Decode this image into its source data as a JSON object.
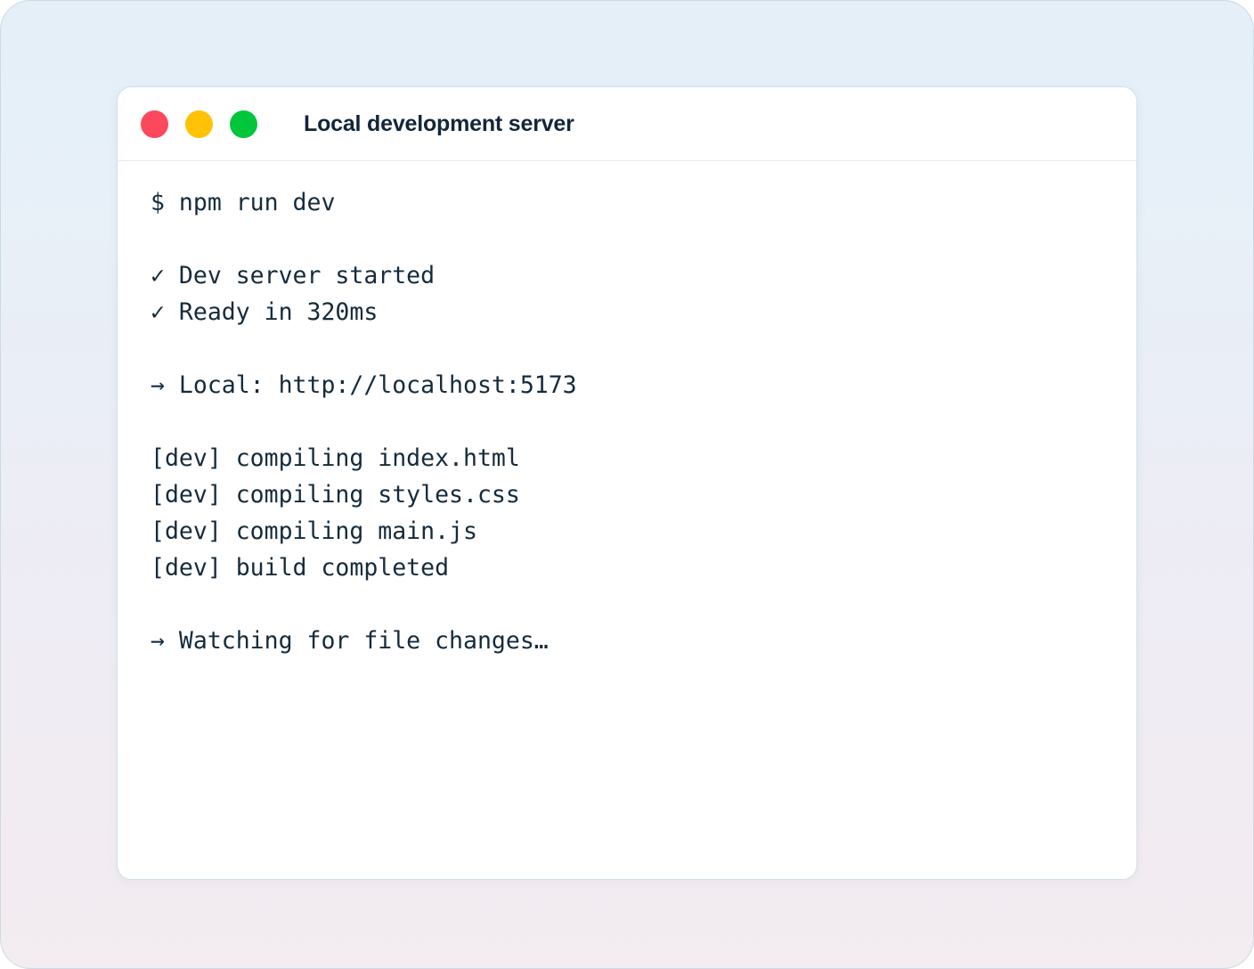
{
  "window": {
    "title": "Local development server",
    "controls": [
      {
        "name": "close-button",
        "label": "",
        "color": "#fc485c"
      },
      {
        "name": "minimize-button",
        "label": "",
        "color": "#ffc207"
      },
      {
        "name": "maximize-button",
        "label": "",
        "color": "#00c63c"
      }
    ]
  },
  "terminal": {
    "prompt_symbol": "$",
    "success_symbol": "✓",
    "arrow_symbol": "→",
    "lines": [
      {
        "type": "command",
        "text": "$ npm run dev"
      },
      {
        "type": "blank",
        "text": ""
      },
      {
        "type": "success",
        "text": "✓ Dev server started"
      },
      {
        "type": "success",
        "text": "✓ Ready in 320ms"
      },
      {
        "type": "blank",
        "text": ""
      },
      {
        "type": "info",
        "text": "→ Local: http://localhost:5173"
      },
      {
        "type": "blank",
        "text": ""
      },
      {
        "type": "log",
        "text": "[dev] compiling index.html"
      },
      {
        "type": "log",
        "text": "[dev] compiling styles.css"
      },
      {
        "type": "log",
        "text": "[dev] compiling main.js"
      },
      {
        "type": "log",
        "text": "[dev] build completed"
      },
      {
        "type": "blank",
        "text": ""
      },
      {
        "type": "info",
        "text": "→ Watching for file changes…"
      }
    ]
  },
  "theme": {
    "text_color": "#152b3c",
    "title_color": "#12263a",
    "card_background": "#ffffff",
    "card_border": "#cfe0e8",
    "separator": "#e9e9e9",
    "backdrop_top": "#e4eff8",
    "backdrop_bottom": "#f3ecf1"
  }
}
